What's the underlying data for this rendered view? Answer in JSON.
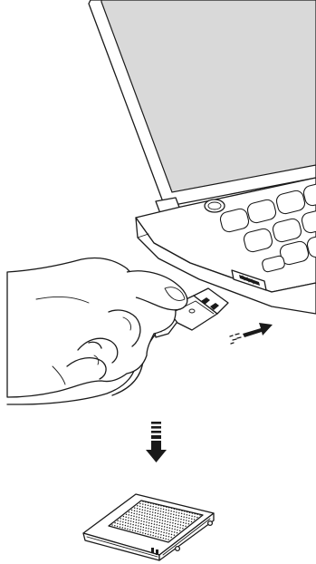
{
  "figure": {
    "parts": {
      "laptop": "laptop",
      "usb_port": "usb-port",
      "usb_connector": "usb-connector",
      "hand": "hand",
      "cable": "usb-cable",
      "insert_arrow": "insert-direction-arrow",
      "down_arrow": "down-arrow",
      "device": "external-hard-drive"
    },
    "colors": {
      "line": "#1a1a1a",
      "screen": "#d9d9d9",
      "background": "#ffffff"
    }
  }
}
